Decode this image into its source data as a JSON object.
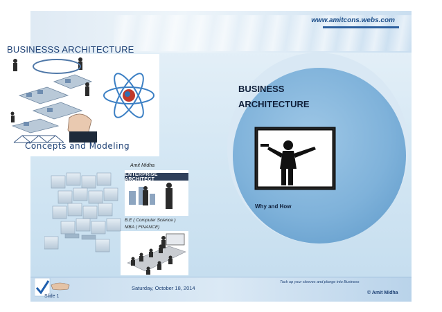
{
  "header": {
    "website": "www.amitcons.webs.com"
  },
  "left_panel": {
    "title": "BUSINESSS ARCHITECTURE",
    "subtitle": "Concepts and Modeling",
    "author": "Amit Midha",
    "ea_banner": "ENTERPRISE ARCHITECT",
    "degree_line1": "B.E ( Computer Science )",
    "degree_line2": "MBA ( FINANCE)"
  },
  "circle": {
    "title_line1": "BUSINESS",
    "title_line2": "ARCHITECTURE",
    "caption": "Why and How"
  },
  "footer": {
    "date": "Saturday, October 18, 2014",
    "tagline": "Tuck up your sleeves and plunge into Business",
    "copyright": "© Amit Midha",
    "slide_label": "Slide 1"
  },
  "colors": {
    "title_text": "#1c3f73",
    "circle_fill": "#7fb2da",
    "banner_bg": "#2e3f5a"
  },
  "icons": [
    "business-collage-image",
    "atom-icon",
    "cube-stack-image",
    "presenter-board-image",
    "meeting-room-image",
    "checkmark-logo-icon"
  ]
}
